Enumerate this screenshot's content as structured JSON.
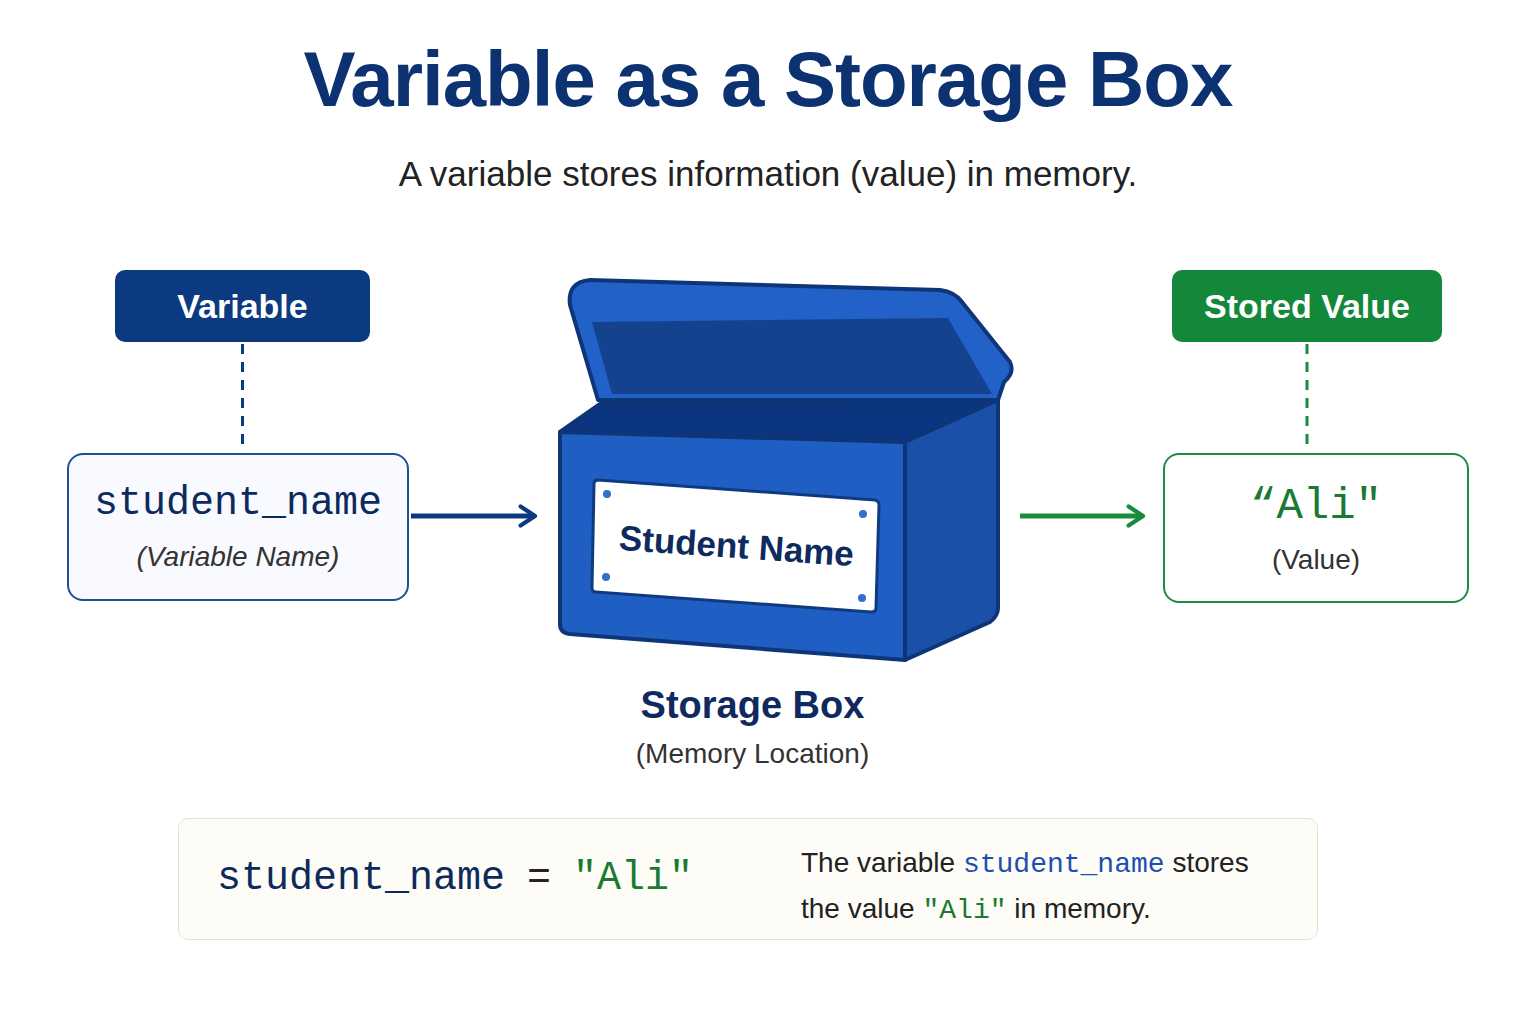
{
  "diagram": {
    "title": "Variable as a Storage Box",
    "nodes": [
      {
        "text": [
          "Variable"
        ]
      },
      {
        "text": [
          "student_name",
          "(Variable Name)"
        ]
      },
      {
        "text": [
          "Student Name",
          "Storage Box",
          "(Memory Location)"
        ]
      },
      {
        "text": [
          "Stored Value"
        ]
      },
      {
        "text": [
          "“Ali\"",
          "(Value)"
        ]
      },
      {
        "text": [
          "student_name",
          "=",
          "\"Ali\"",
          "The variable",
          "student_name",
          "stores the value",
          "\"Ali\"",
          "in memory."
        ]
      }
    ],
    "edges": [
      {
        "from": 0,
        "to": 1,
        "arrow": "none"
      },
      {
        "from": 1,
        "to": 2,
        "arrow": "to"
      },
      {
        "from": 2,
        "to": 4,
        "arrow": "to"
      },
      {
        "from": 3,
        "to": 4,
        "arrow": "none"
      }
    ],
    "labels": [
      "A variable stores information (value) in memory."
    ]
  }
}
